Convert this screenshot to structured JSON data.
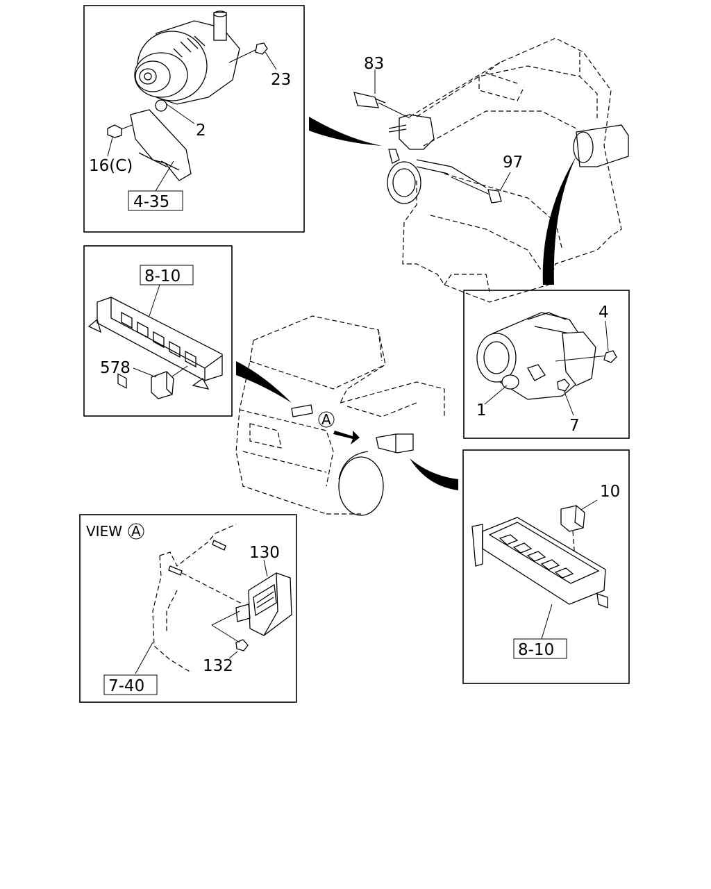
{
  "callouts": {
    "p23": "23",
    "p2": "2",
    "p16c": "16(C)",
    "ref_4_35": "4-35",
    "p83": "83",
    "p97": "97",
    "ref_8_10_top": "8-10",
    "p578": "578",
    "p4": "4",
    "p1": "1",
    "p7": "7",
    "marker_a": "A",
    "view_label": "VIEW",
    "view_marker": "A",
    "p130": "130",
    "p132": "132",
    "ref_7_40": "7-40",
    "p10": "10",
    "ref_8_10_bottom": "8-10"
  }
}
